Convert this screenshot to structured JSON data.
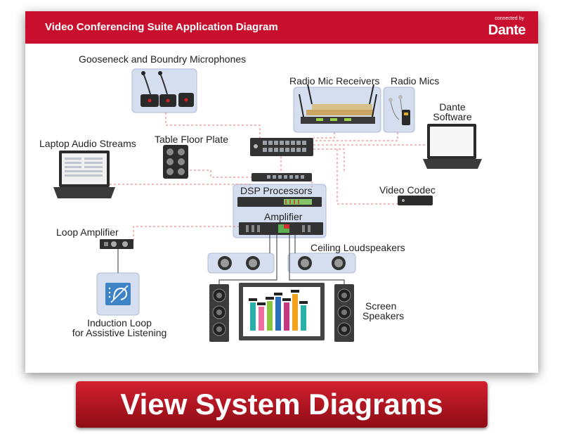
{
  "header": {
    "title": "Video Conferencing Suite Application Diagram",
    "logo_small": "connected by",
    "logo_main": "Dante"
  },
  "labels": {
    "gooseneck": "Gooseneck and Boundry Microphones",
    "radio_receivers": "Radio Mic Receivers",
    "radio_mics": "Radio Mics",
    "dante_software_1": "Dante",
    "dante_software_2": "Software",
    "laptop": "Laptop Audio Streams",
    "floor_plate": "Table Floor Plate",
    "dsp": "DSP Processors",
    "video_codec": "Video Codec",
    "amplifier": "Amplifier",
    "loop_amplifier": "Loop Amplifier",
    "ceiling": "Ceiling Loudspeakers",
    "screen_1": "Screen",
    "screen_2": "Speakers",
    "induction_1": "Induction Loop",
    "induction_2": "for Assistive Listening"
  },
  "cta": {
    "label": "View System Diagrams"
  },
  "colors": {
    "brand": "#c8102e",
    "link_dashed": "#e8736f",
    "box_fill": "#d5deef",
    "device": "#3a3a3a"
  }
}
